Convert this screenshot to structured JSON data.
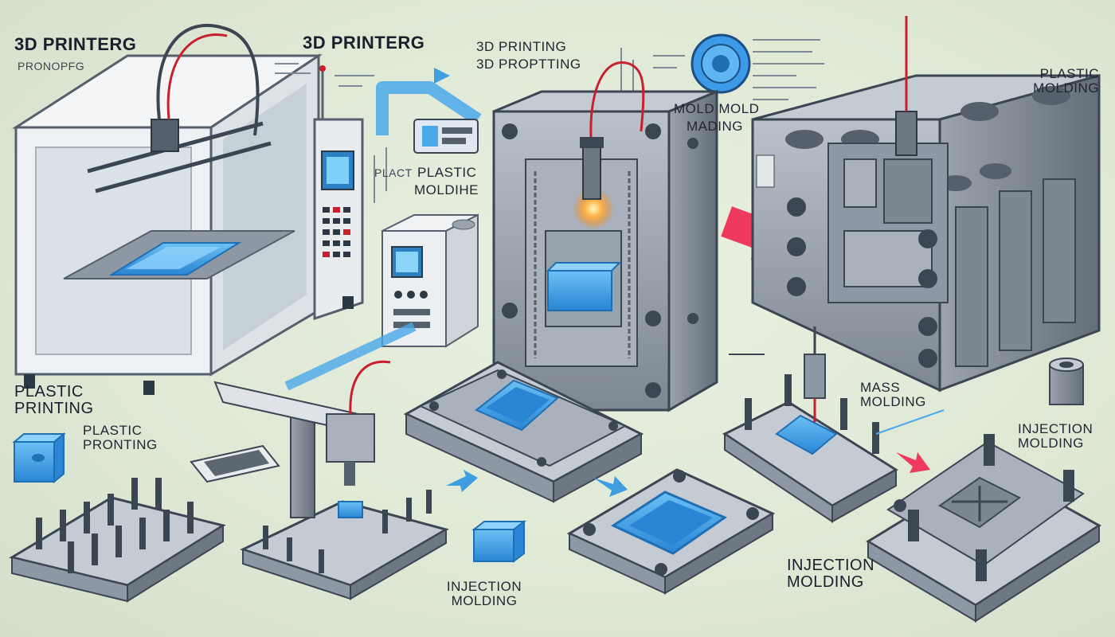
{
  "labels": {
    "top_left_title": "3D PRINTERG",
    "top_left_sub": "PRONOPFG",
    "top_center_title": "3D PRINTERG",
    "top_right_title": "3D PRINTING",
    "top_right_sub": "3D PROPTTING",
    "mold_note_1": "MOLD MOLD",
    "mold_note_2": "MADING",
    "plastic_molding_small_1": "PLASTIC",
    "plastic_molding_small_2": "MOLDIHE",
    "plastic_fragment": "PLACT",
    "plastic_molding_right": "PLASTIC MOLDING",
    "plastic_printing_1": "PLASTIC PRINTING",
    "plastic_printing_2": "PLASTIC PRONTING",
    "mass_molding": "MASS MOLDING",
    "injection_molding_right": "INJECTION MOLDING",
    "injection_molding_center": "INJECTION MOLDING",
    "injection_molding_bottom": "INJECTION MOLDING"
  },
  "colors": {
    "blue_part": "#3b9be0",
    "blue_dark": "#1f6fb5",
    "steel": "#8e98a4",
    "steel_dark": "#55606c",
    "arrow_red": "#ee3a5c",
    "arrow_blue": "#3e9ee0",
    "wire_red": "#c8202e"
  }
}
